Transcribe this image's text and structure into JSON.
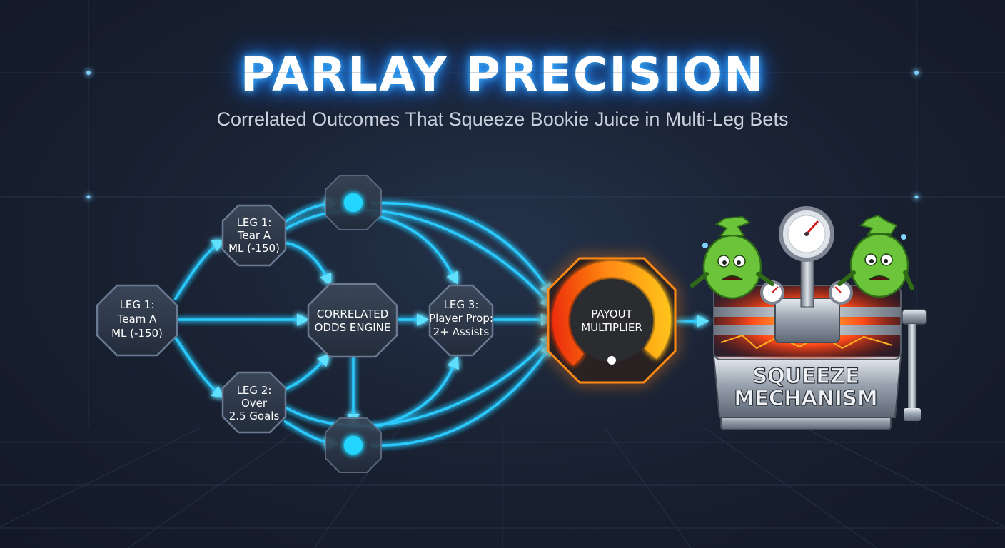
{
  "header": {
    "title": "PARLAY PRECISION",
    "subtitle": "Correlated Outcomes That Squeeze Bookie Juice in Multi-Leg Bets"
  },
  "nodes": {
    "leg1": [
      "LEG 1:",
      "Team A",
      "ML (-150)"
    ],
    "leg1_top": [
      "LEG 1:",
      "Tear A",
      "ML (-150)"
    ],
    "leg2": [
      "LEG 2:",
      "Over",
      "2.5 Goals"
    ],
    "engine": [
      "CORRELATED",
      "ODDS ENGINE"
    ],
    "leg3": [
      "LEG 3:",
      "Player Prop:",
      "2+ Assists"
    ],
    "payout": [
      "PAYOUT",
      "MULTIPLIER"
    ]
  },
  "squeeze": {
    "lines": [
      "SQUEEZE",
      "MECHANISM"
    ]
  },
  "colors": {
    "flow": "#29c8ff",
    "glow": "#1fa8ff",
    "gauge_start": "#ffc21a",
    "gauge_end": "#e8170c",
    "money_bag": "#6cc43a",
    "steel": "#a9b2bd"
  },
  "icons": [
    "money-bag-icon",
    "pressure-gauge-icon",
    "flow-arrow-icon"
  ]
}
